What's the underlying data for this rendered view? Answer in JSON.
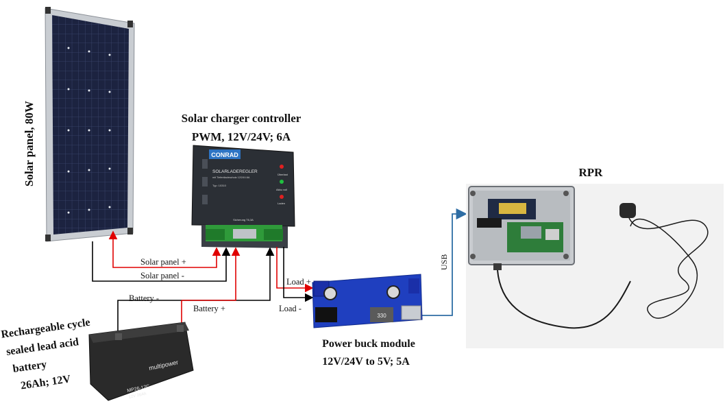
{
  "components": {
    "solar_panel": {
      "label": "Solar panel, 80W"
    },
    "controller": {
      "title_line1": "Solar charger controller",
      "title_line2": "PWM, 12V/24V; 6A",
      "brand": "CONRAD",
      "model_name": "SOLARLADEREGLER",
      "model_sub": "mit Tiefentladeschutz 12/24V-6A",
      "type_code": "Typ: 10310",
      "led1": "Überlast",
      "led2": "Akku voll",
      "led3": "Laden",
      "fuse_label": "Sicherung T6,3A"
    },
    "battery": {
      "label_line1": "Rechargeable cycle",
      "label_line2": "sealed lead acid",
      "label_line3": "battery",
      "label_line4": "26Ah; 12V",
      "brand": "multipower",
      "model": "MP26-12C",
      "rating": "12V 26Ah"
    },
    "buck": {
      "label_line1": "Power buck module",
      "label_line2": "12V/24V to 5V; 5A",
      "inductor": "330"
    },
    "rpr": {
      "label": "RPR"
    }
  },
  "wires": {
    "solar_pos": "Solar panel +",
    "solar_neg": "Solar panel -",
    "battery_neg": "Battery -",
    "battery_pos": "Battery +",
    "load_pos": "Load +",
    "load_neg": "Load -",
    "usb": "USB"
  },
  "colors": {
    "positive": "#e00000",
    "negative": "#000000",
    "usb": "#2e6da4",
    "panel_cell": "#1c2340",
    "panel_frame": "#c9cdd2",
    "controller_body": "#2b2f35",
    "pcb": "#1f3fbf",
    "battery_body": "#2a2a2a"
  }
}
